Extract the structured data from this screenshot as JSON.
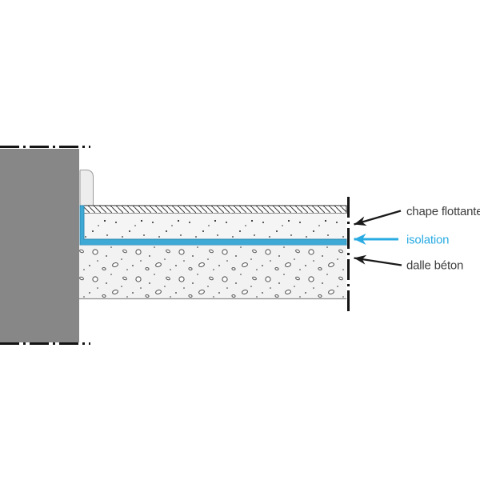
{
  "diagram": {
    "labels": {
      "floating_screed": "chape flottante",
      "insulation": "isolation",
      "concrete_slab": "dalle béton"
    },
    "colors": {
      "background": "#ffffff",
      "wall": "#878787",
      "skirting_fill": "#ededed",
      "skirting_edge": "#9a9a9a",
      "insulation_fill": "#3fa9d5",
      "insulation_edge": "#2b87b0",
      "screed_fill": "#f5f5f5",
      "concrete_fill": "#f2f2f2",
      "hatch_line": "#3c3c3c",
      "cut_line": "#141414",
      "arrow_black": "#1a1a1a",
      "label_text": "#3d3d3d",
      "label_accent": "#29abe2"
    }
  }
}
